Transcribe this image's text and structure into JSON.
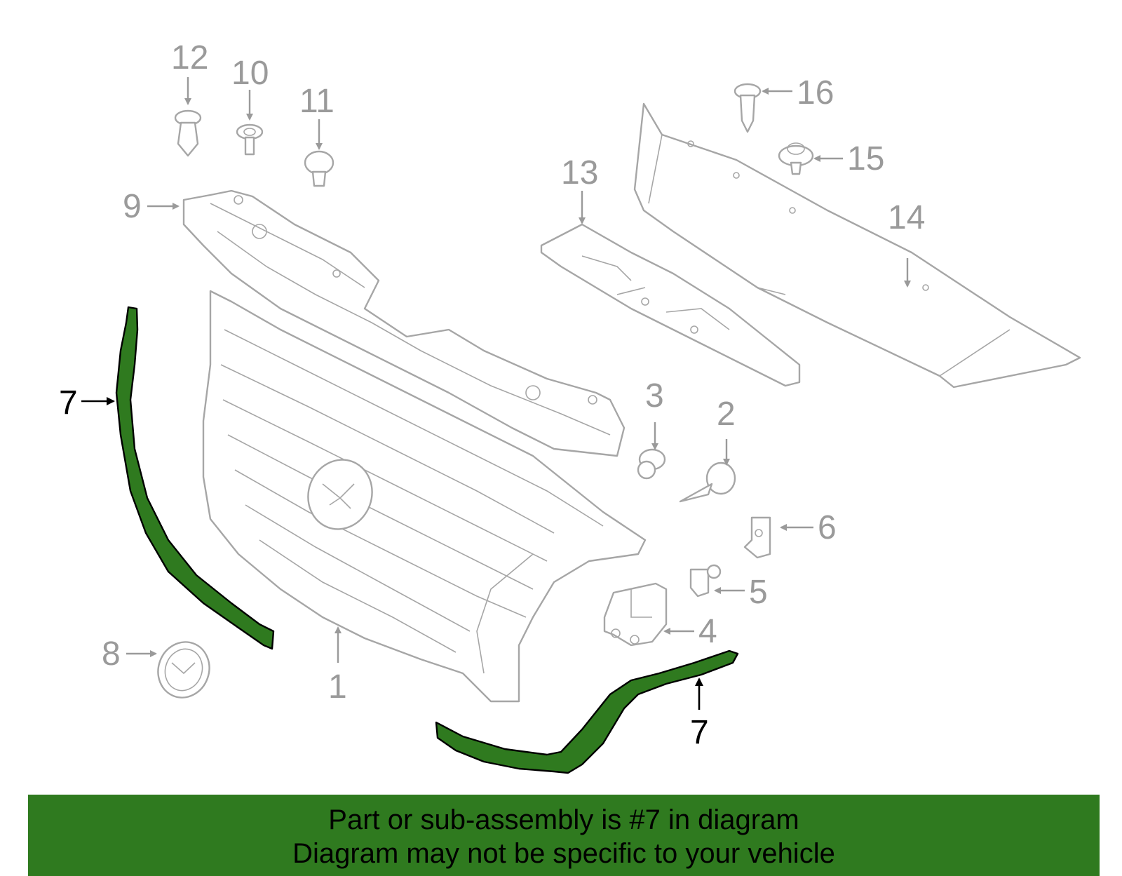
{
  "labels": {
    "l1": "1",
    "l2": "2",
    "l3": "3",
    "l4": "4",
    "l5": "5",
    "l6": "6",
    "l7a": "7",
    "l7b": "7",
    "l8": "8",
    "l9": "9",
    "l10": "10",
    "l11": "11",
    "l12": "12",
    "l13": "13",
    "l14": "14",
    "l15": "15",
    "l16": "16"
  },
  "banner": {
    "line1": "Part or sub-assembly is #7 in diagram",
    "line2": "Diagram may not be specific to your vehicle"
  },
  "colors": {
    "highlight": "#2f7a1f",
    "parts": "#a6a6a6",
    "banner": "#2f7a1f"
  }
}
